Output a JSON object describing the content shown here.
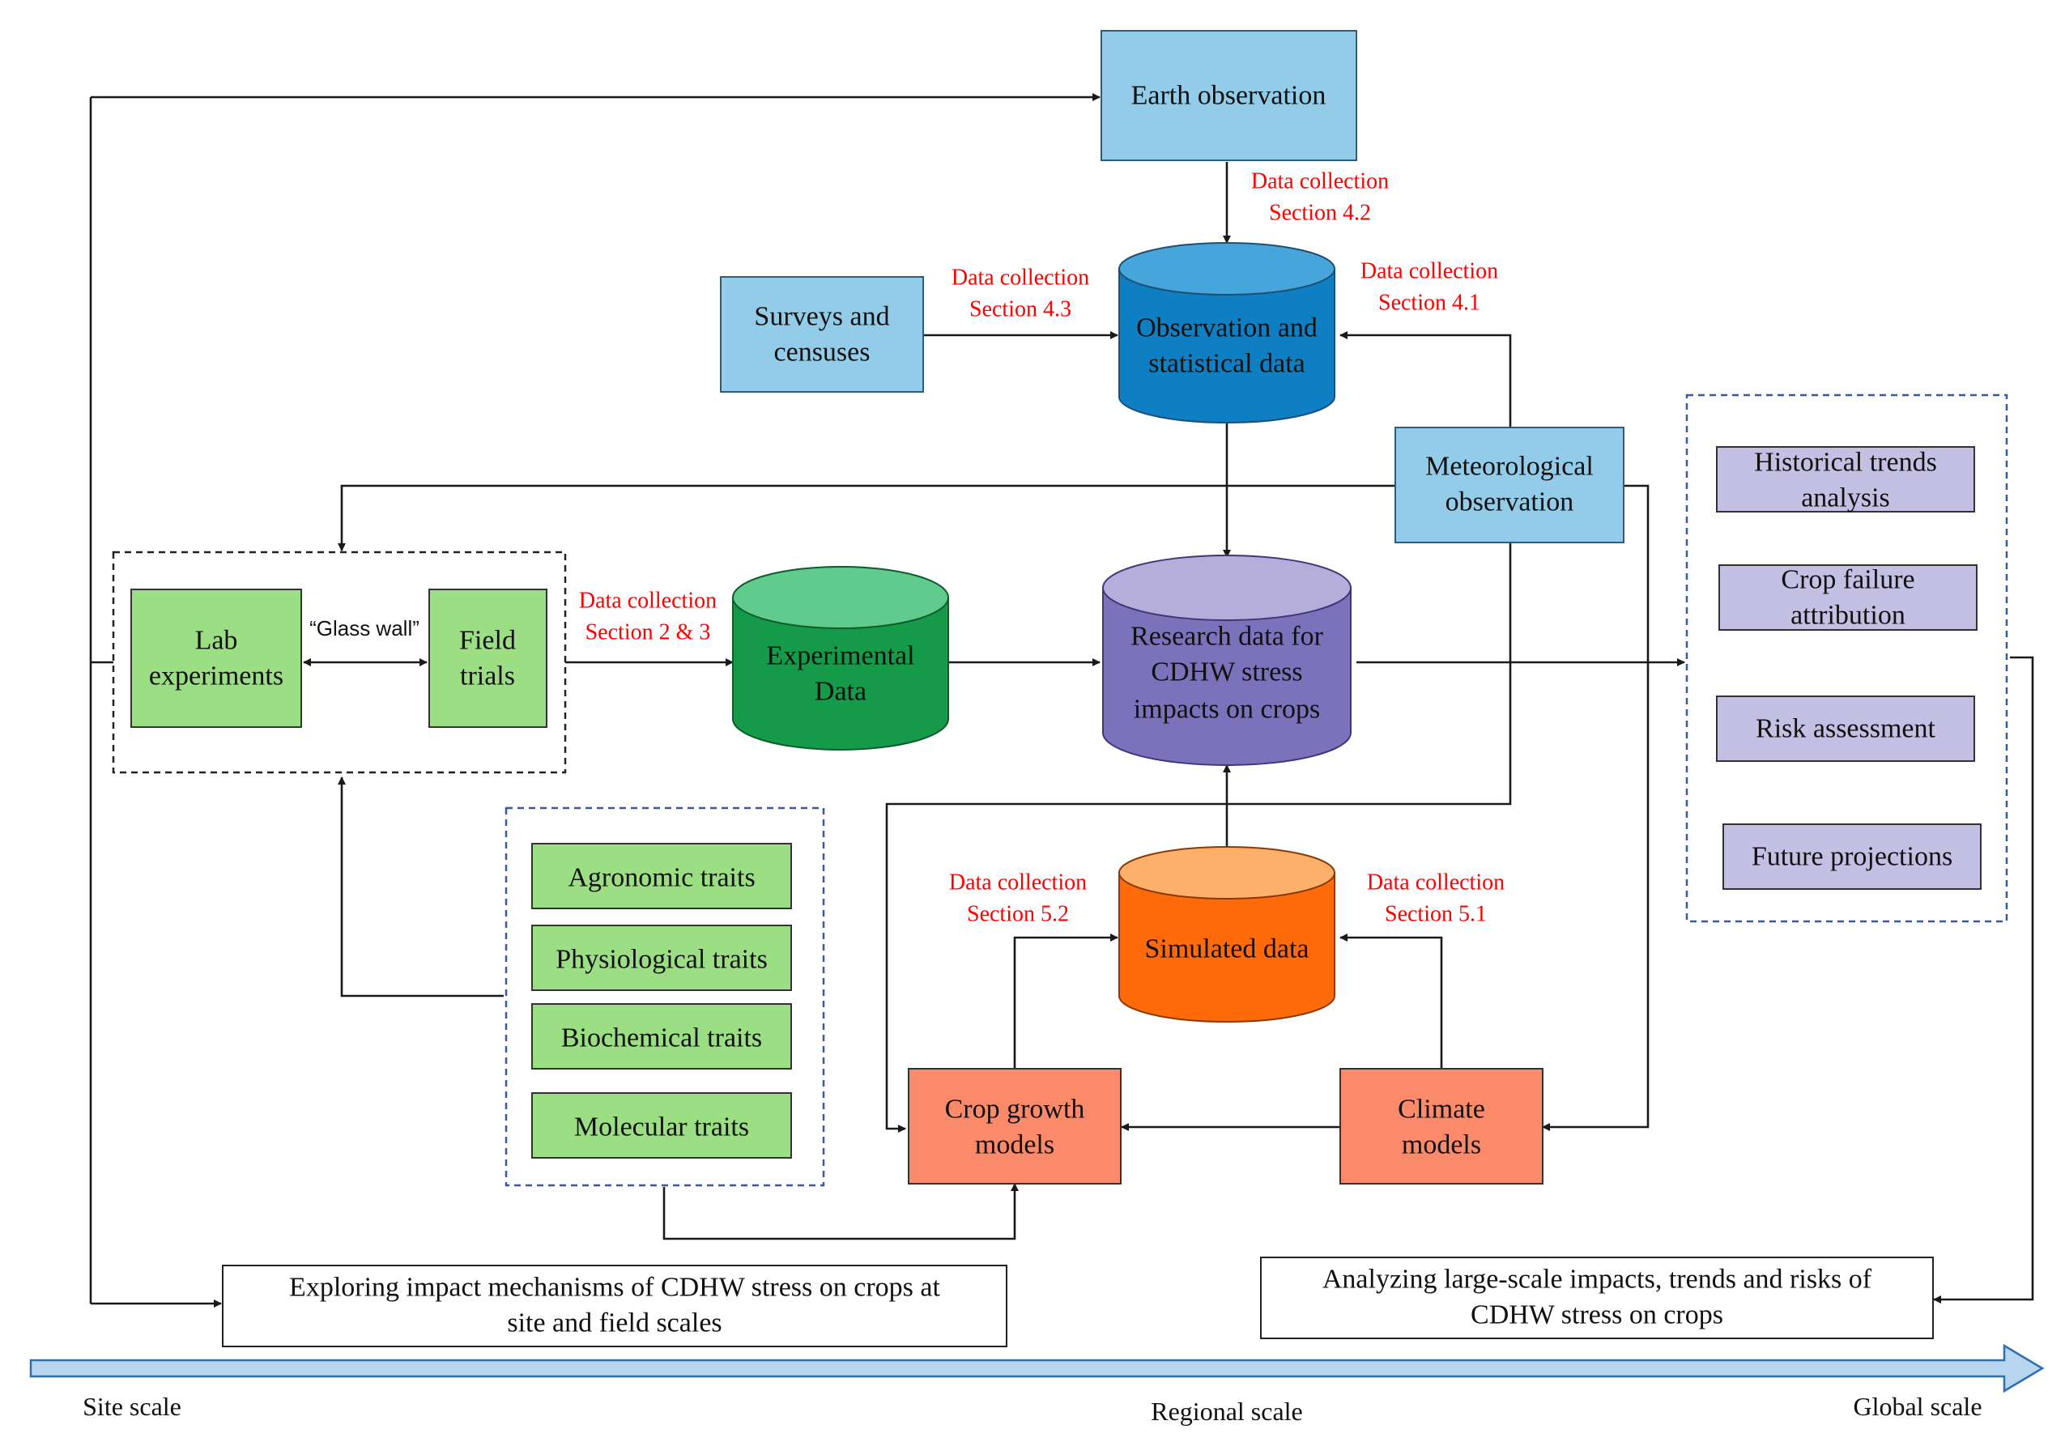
{
  "colors": {
    "light_blue": "#92cce8",
    "db_blue": "#0f7fc4",
    "db_blue_top": "#46a6dc",
    "green_box": "#9bde83",
    "db_green": "#149a48",
    "db_green_top": "#5fcb8c",
    "db_purple": "#7b72bb",
    "db_purple_top": "#b5aedb",
    "db_orange": "#ff6b0a",
    "db_orange_top": "#fdb06a",
    "salmon": "#fb8a6b",
    "lavender": "#c4c0e3",
    "red_text": "#ff0000",
    "scale_arrow": "#b7d5ee"
  },
  "nodes": {
    "earth_observation": [
      "Earth observation"
    ],
    "observation_statistical_data": [
      "Observation and",
      "statistical data"
    ],
    "surveys_censuses": [
      "Surveys and",
      "censuses"
    ],
    "meteorological_observation": [
      "Meteorological",
      "observation"
    ],
    "lab_experiments": [
      "Lab",
      "experiments"
    ],
    "field_trials": [
      "Field",
      "trials"
    ],
    "glass_wall": "“Glass wall”",
    "experimental_data": [
      "Experimental",
      "Data"
    ],
    "research_data": [
      "Research data for",
      "CDHW stress",
      "impacts on crops"
    ],
    "simulated_data": [
      "Simulated data"
    ],
    "crop_growth_models": [
      "Crop growth",
      "models"
    ],
    "climate_models": [
      "Climate",
      "models"
    ],
    "traits": [
      "Agronomic traits",
      "Physiological traits",
      "Biochemical traits",
      "Molecular traits"
    ],
    "applications": [
      [
        "Historical trends",
        "analysis"
      ],
      [
        "Crop failure",
        "attribution"
      ],
      [
        "Risk assessment"
      ],
      [
        "Future projections"
      ]
    ],
    "exploring_box": [
      "Exploring impact mechanisms of  CDHW stress on crops at",
      "site and field scales"
    ],
    "analyzing_box": [
      "Analyzing large-scale impacts, trends and risks of",
      "CDHW stress on crops"
    ]
  },
  "annotations": {
    "dc_4_2": [
      "Data collection",
      "Section 4.2"
    ],
    "dc_4_3": [
      "Data collection",
      "Section 4.3"
    ],
    "dc_4_1": [
      "Data collection",
      "Section 4.1"
    ],
    "dc_2_3": [
      "Data collection",
      "Section 2 & 3"
    ],
    "dc_5_2": [
      "Data collection",
      "Section 5.2"
    ],
    "dc_5_1": [
      "Data collection",
      "Section 5.1"
    ]
  },
  "scale": {
    "site": "Site scale",
    "regional": "Regional scale",
    "global": "Global scale"
  }
}
